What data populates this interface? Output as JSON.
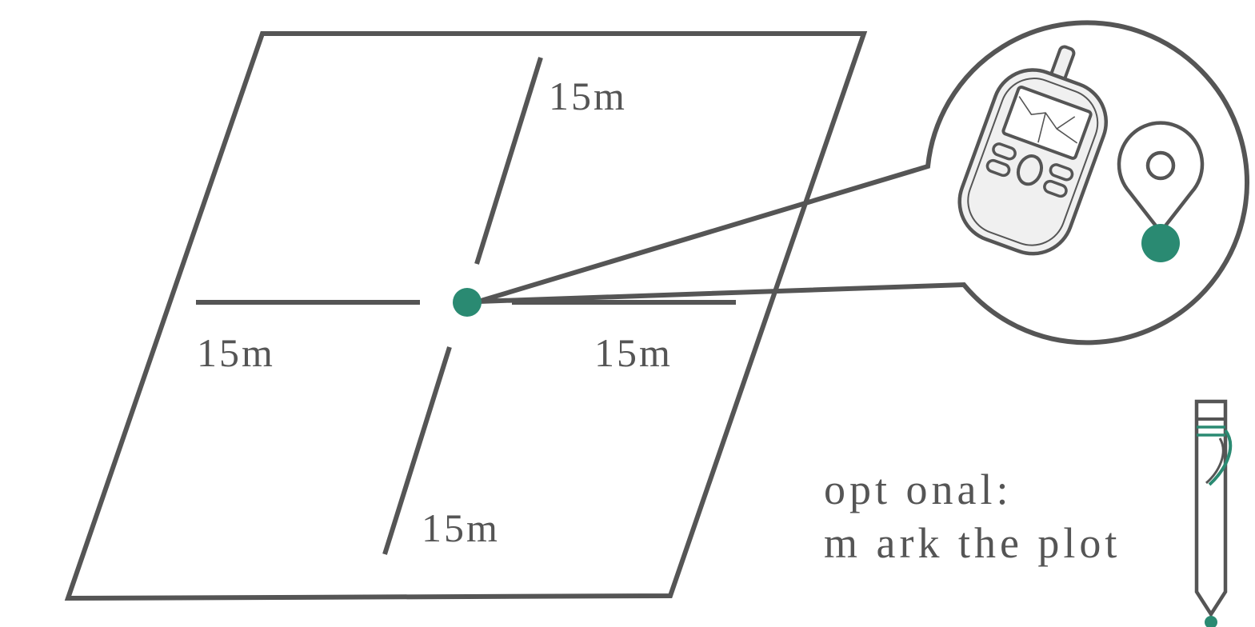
{
  "labels": {
    "north": "15m",
    "west": "15m",
    "east": "15m",
    "south": "15m"
  },
  "note": {
    "line1": "opt onal:",
    "line2": "m ark the plot"
  },
  "icons": {
    "gps": "gps-device-icon",
    "pin": "location-pin-icon",
    "stake": "marker-stake-icon"
  },
  "colors": {
    "stroke": "#555555",
    "accent": "#2a8a72",
    "device_fill": "#f0f0f0"
  }
}
